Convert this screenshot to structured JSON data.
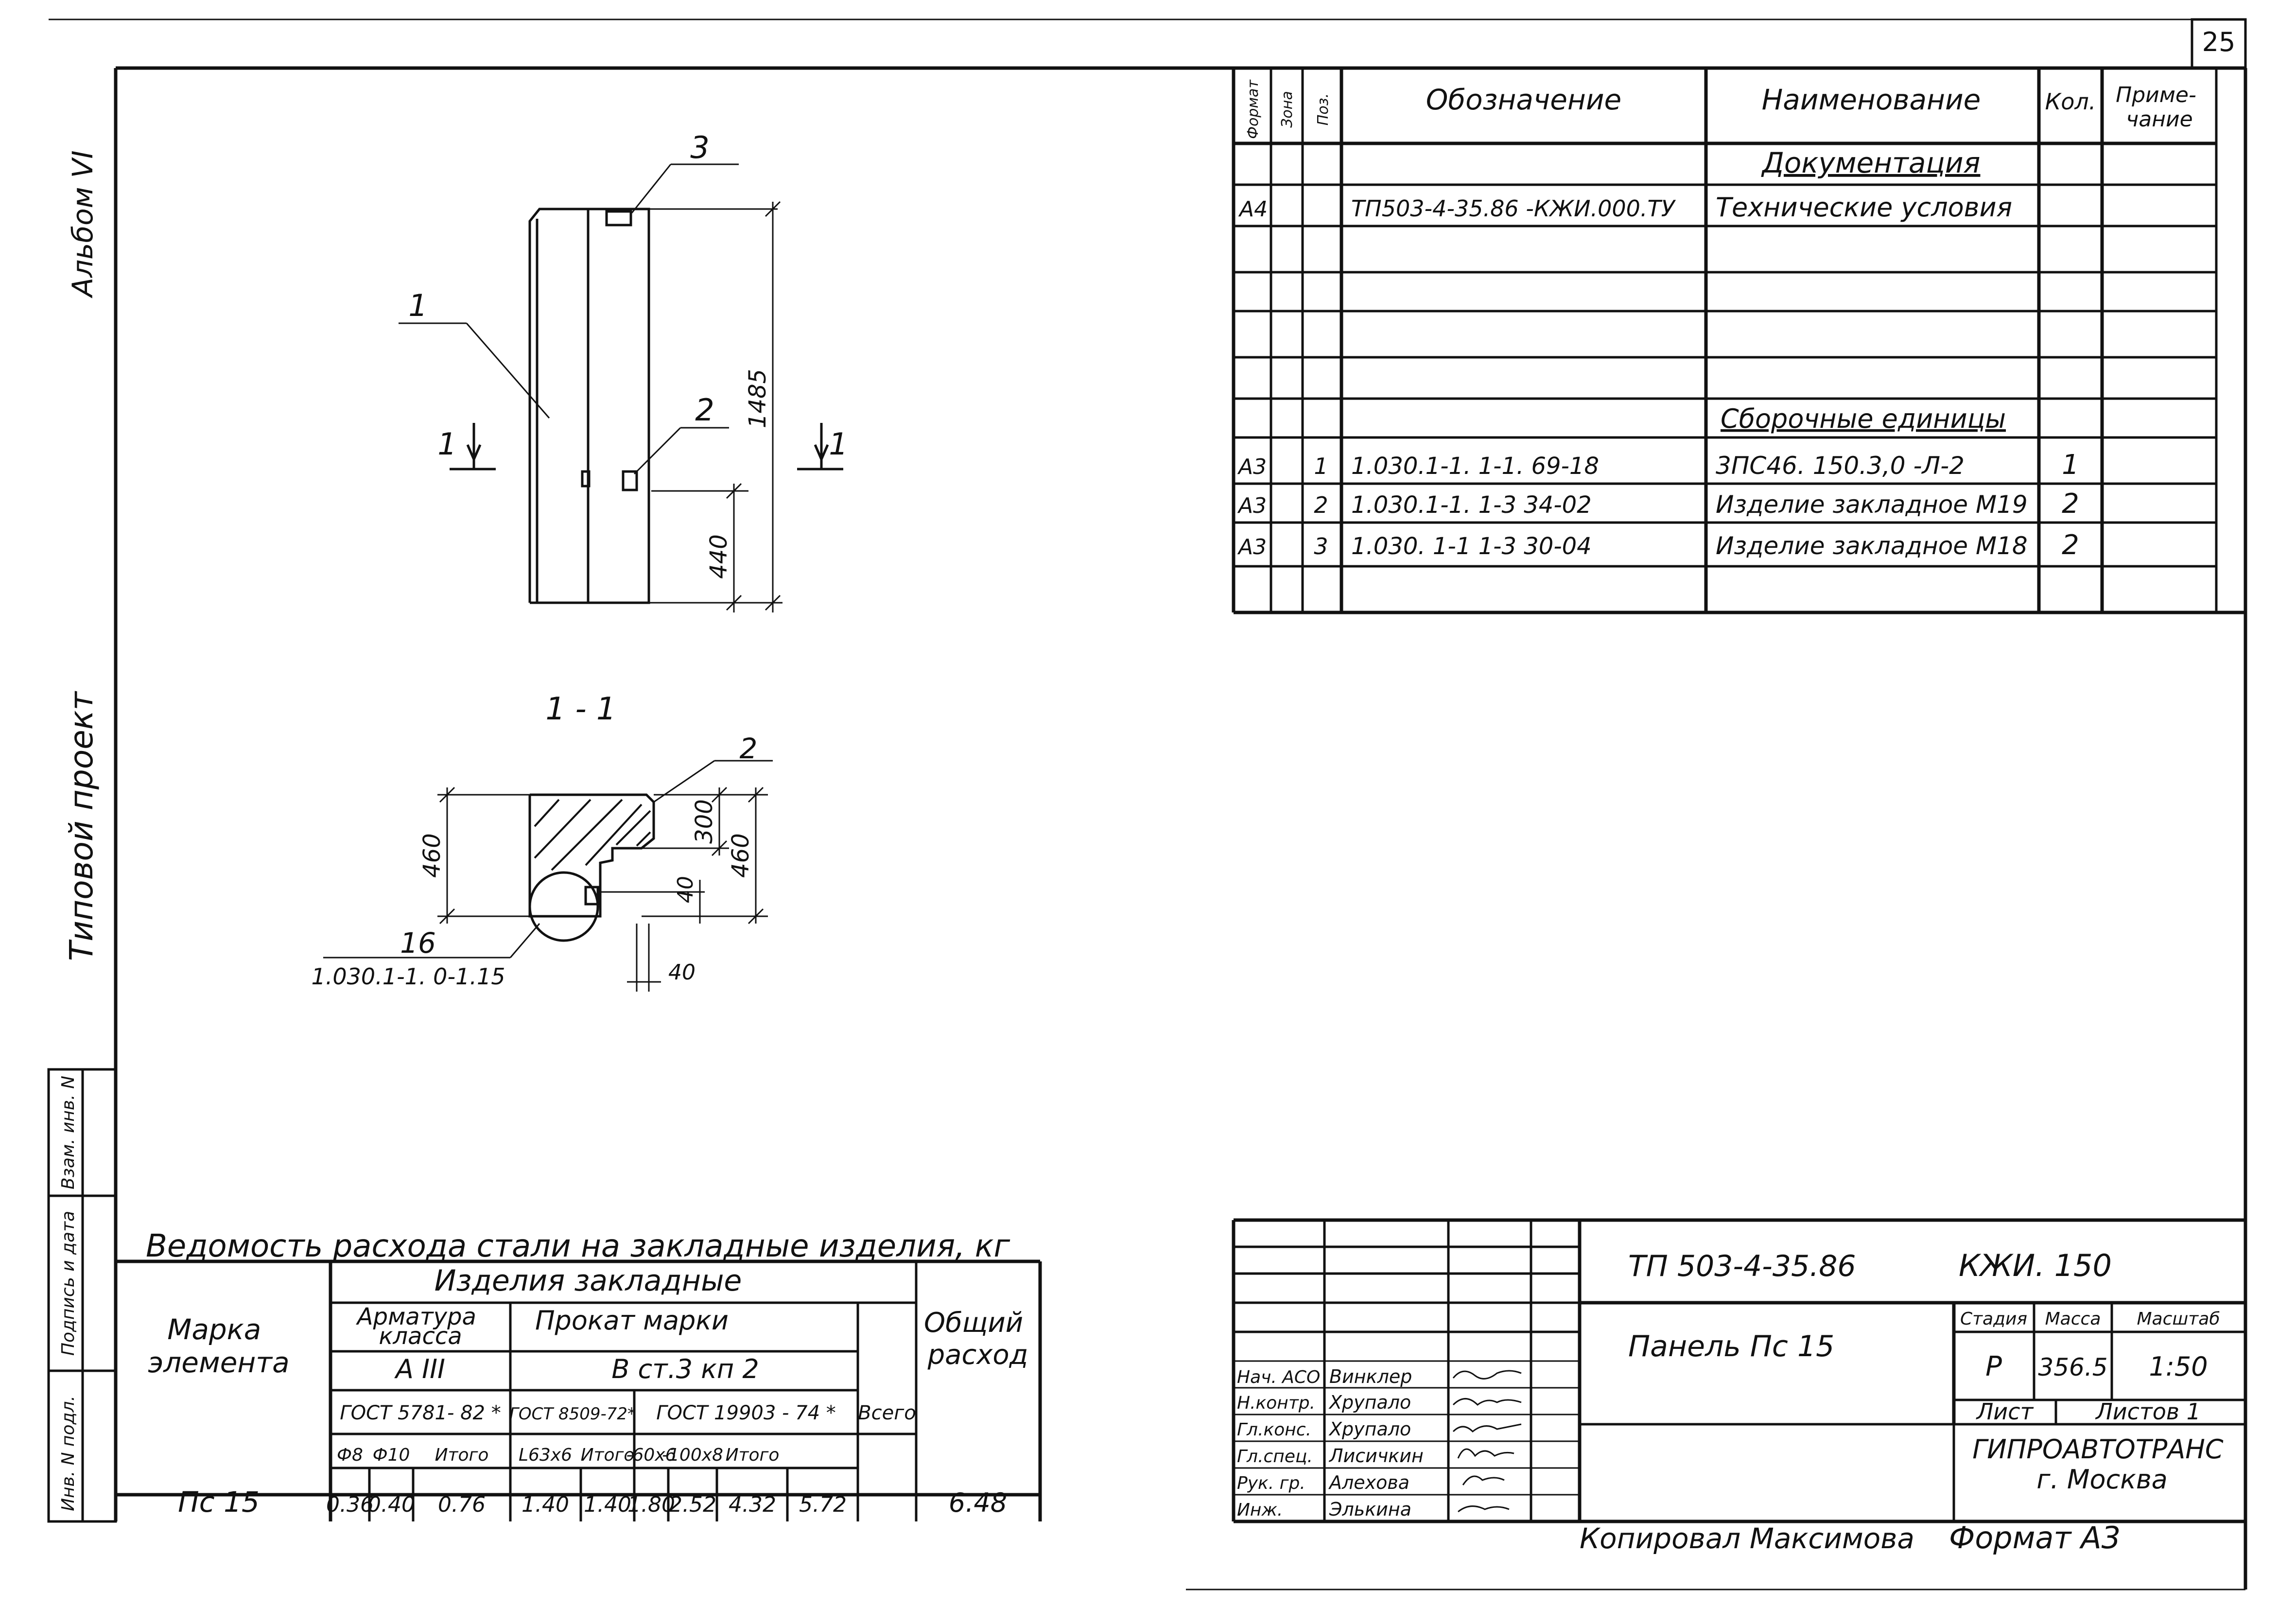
{
  "page": {
    "number": "25"
  },
  "margin_labels": {
    "album": "Альбом VI",
    "project": "Типовой проект",
    "inv_orig": "Инв. N подл.",
    "signature_date": "Подпись и дата",
    "inv_replace": "Взам. инв. N"
  },
  "drawing": {
    "callouts": {
      "pos1": "1",
      "pos2": "2",
      "pos3": "3",
      "cut_left": "1",
      "cut_right": "1",
      "section_title": "1 - 1",
      "section_pos2": "2",
      "section_pos16": "16",
      "section_ref": "1.030.1-1. 0-1.15"
    },
    "dimensions": {
      "height": "1485",
      "lower": "440",
      "section_left": "460",
      "section_right": "460",
      "section_300": "300",
      "section_40v": "40",
      "section_40h": "40"
    }
  },
  "spec": {
    "headers": {
      "format": "Формат",
      "zone": "Зона",
      "pos": "Поз.",
      "designation": "Обозначение",
      "name": "Наименование",
      "qty": "Кол.",
      "note": "Приме-\nчание"
    },
    "section_docs": "Документация",
    "doc_row": {
      "format": "А4",
      "designation": "ТП503-4-35.86 -КЖИ.000.ТУ",
      "name": "Технические условия"
    },
    "section_units": "Сборочные единицы",
    "rows": [
      {
        "format": "А3",
        "pos": "1",
        "designation": "1.030.1-1. 1-1. 69-18",
        "name": "3ПС46. 150.3,0 -Л-2",
        "qty": "1"
      },
      {
        "format": "А3",
        "pos": "2",
        "designation": "1.030.1-1. 1-3 34-02",
        "name": "Изделие закладное М19",
        "qty": "2"
      },
      {
        "format": "А3",
        "pos": "3",
        "designation": "1.030. 1-1 1-3 30-04",
        "name": "Изделие закладное М18",
        "qty": "2"
      }
    ]
  },
  "steel_table": {
    "title": "Ведомость расхода стали на закладные изделия, кг",
    "h_mark": "Марка\nэлемента",
    "h_items": "Изделия закладные",
    "h_rebar": "Арматура\nкласса",
    "h_rebar_class": "А III",
    "h_rolled": "Прокат марки",
    "h_rolled_grade": "В ст.3 кп 2",
    "h_gost1": "ГОСТ 5781- 82 *",
    "h_gost2": "ГОСТ 8509-72*",
    "h_gost3": "ГОСТ 19903 - 74 *",
    "h_total": "Всего",
    "h_common": "Общий\nрасход",
    "sub": [
      "Ф8",
      "Ф10",
      "Итого",
      "L63х6",
      "Итого",
      "-60х6",
      "-100х8",
      "Итого"
    ],
    "row": {
      "mark": "Пс 15",
      "values": [
        "0.36",
        "0.40",
        "0.76",
        "1.40",
        "1.40",
        "1.80",
        "2.52",
        "4.32",
        "5.72",
        "6.48"
      ]
    }
  },
  "title_block": {
    "code": "ТП 503-4-35.86",
    "mark": "КЖИ. 150",
    "name": "Панель Пс 15",
    "h_stage": "Стадия",
    "h_mass": "Масса",
    "h_scale": "Масштаб",
    "stage": "Р",
    "mass": "356.5",
    "scale": "1:50",
    "sheet": "Лист",
    "sheets": "Листов 1",
    "org": "ГИПРОАВТОТРАНС\nг. Москва",
    "people": [
      {
        "role": "Нач. АСО",
        "name": "Винклер"
      },
      {
        "role": "Н.контр.",
        "name": "Хрупало"
      },
      {
        "role": "Гл.конс.",
        "name": "Хрупало"
      },
      {
        "role": "Гл.спец.",
        "name": "Лисичкин"
      },
      {
        "role": "Рук. гр.",
        "name": "Алехова"
      },
      {
        "role": "Инж.",
        "name": "Элькина"
      }
    ]
  },
  "footer": {
    "copied": "Копировал Максимова",
    "format": "Формат А3"
  }
}
